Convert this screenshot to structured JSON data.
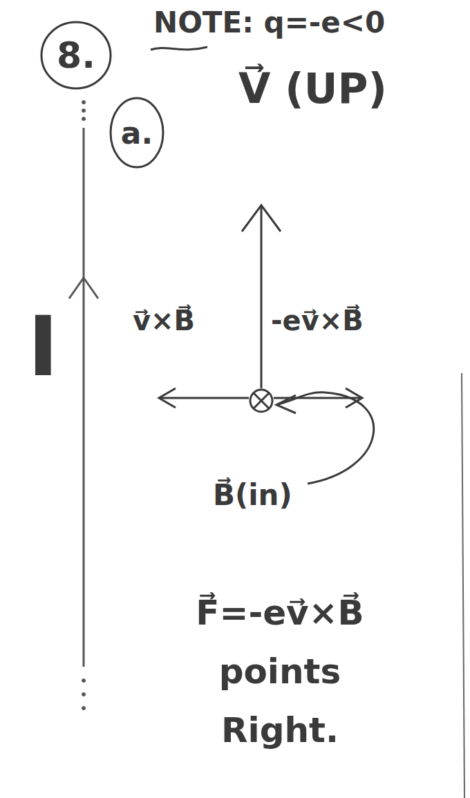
{
  "diagram": {
    "nodes": [
      {
        "text": [
          "8."
        ]
      },
      {
        "text": [
          "a."
        ]
      }
    ],
    "labels": [
      "NOTE: q=-e<0",
      "V⃗ (UP)",
      "v⃗×B⃗",
      "-ev⃗×B⃗",
      "B⃗(in)",
      "I",
      "F⃗=-ev⃗×B⃗ points Right."
    ]
  }
}
